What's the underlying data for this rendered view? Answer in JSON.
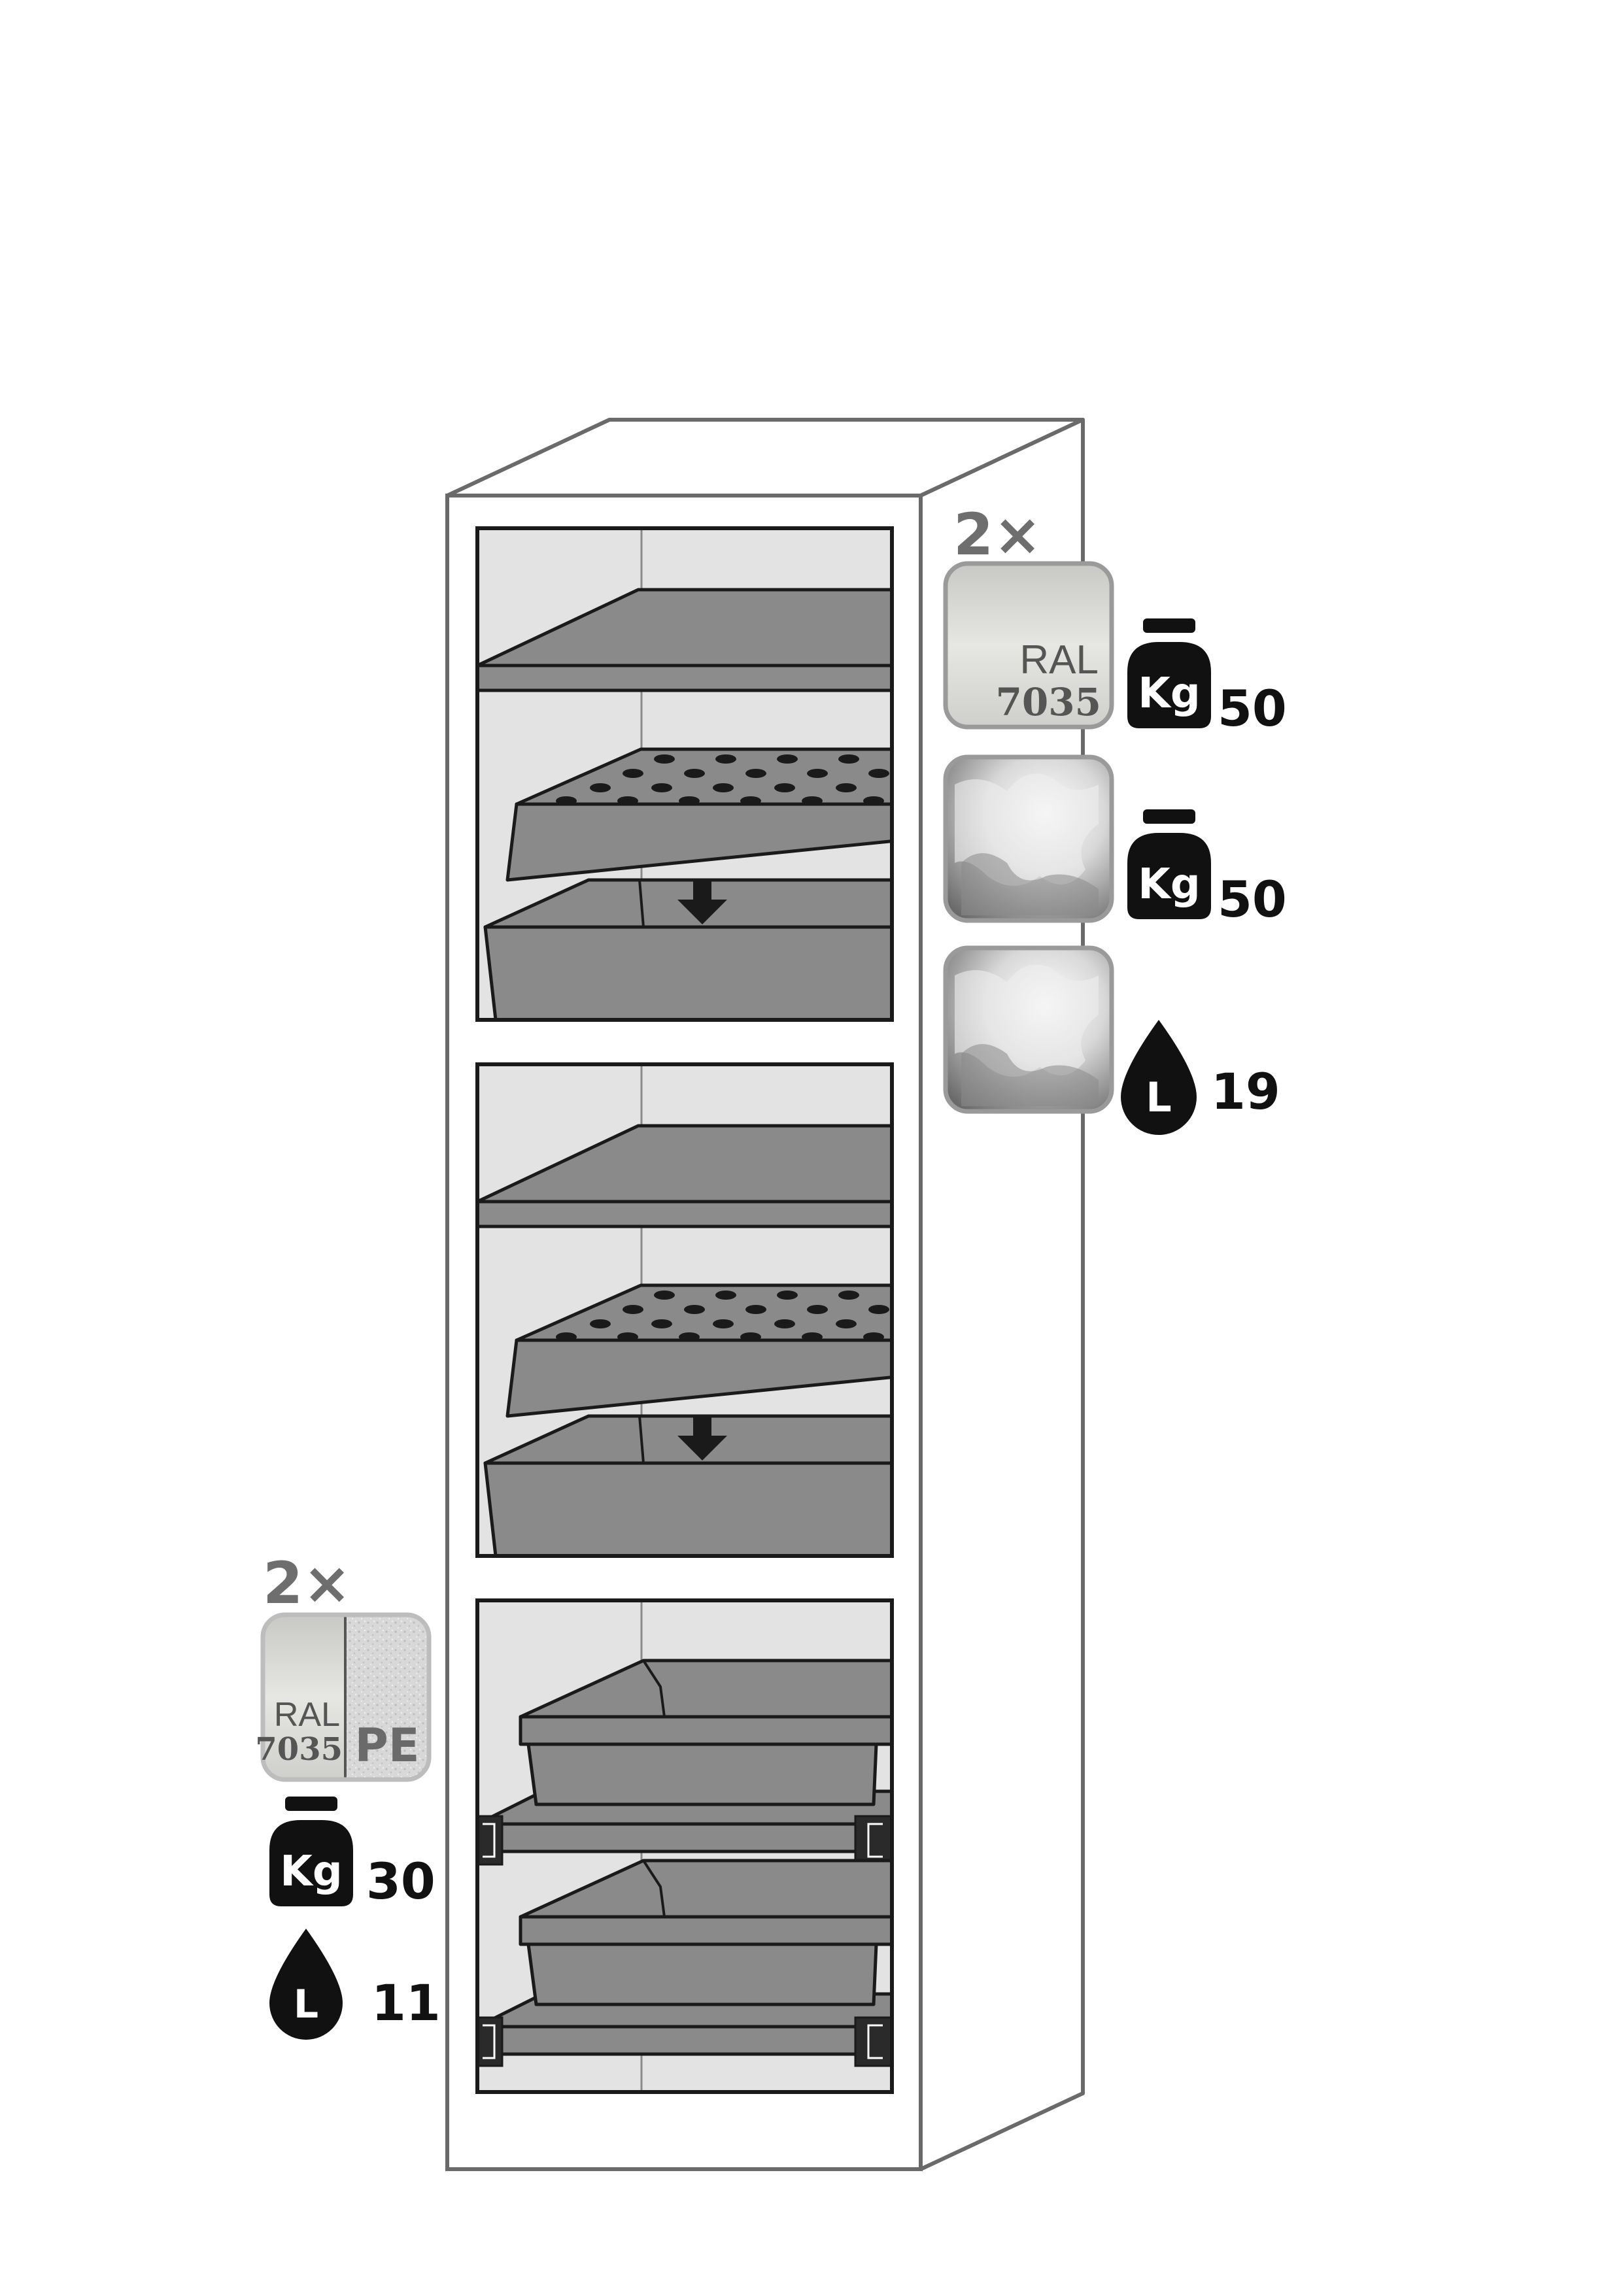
{
  "right_panel": {
    "multiplier": "2×",
    "shelf_swatch": {
      "ral_label": "RAL",
      "ral_number": "7035"
    },
    "rows": [
      {
        "icon": "weight-icon",
        "icon_text": "Kg",
        "value": "50"
      },
      {
        "icon": "weight-icon",
        "icon_text": "Kg",
        "value": "50"
      },
      {
        "icon": "drop-icon",
        "icon_text": "L",
        "value": "19"
      }
    ]
  },
  "left_panel": {
    "multiplier": "2×",
    "swatch": {
      "ral_label": "RAL",
      "ral_number": "7035",
      "material": "PE"
    },
    "rows": [
      {
        "icon": "weight-icon",
        "icon_text": "Kg",
        "value": "30"
      },
      {
        "icon": "drop-icon",
        "icon_text": "L",
        "value": "11"
      }
    ]
  },
  "colors": {
    "outline": "#1a1a1a",
    "cabinet_edge": "#6a6a6a",
    "interior": "#e2e2e2",
    "shelf": "#8a8a8a",
    "shelf_dark": "#6f6f6f",
    "icon_fill": "#111111"
  }
}
